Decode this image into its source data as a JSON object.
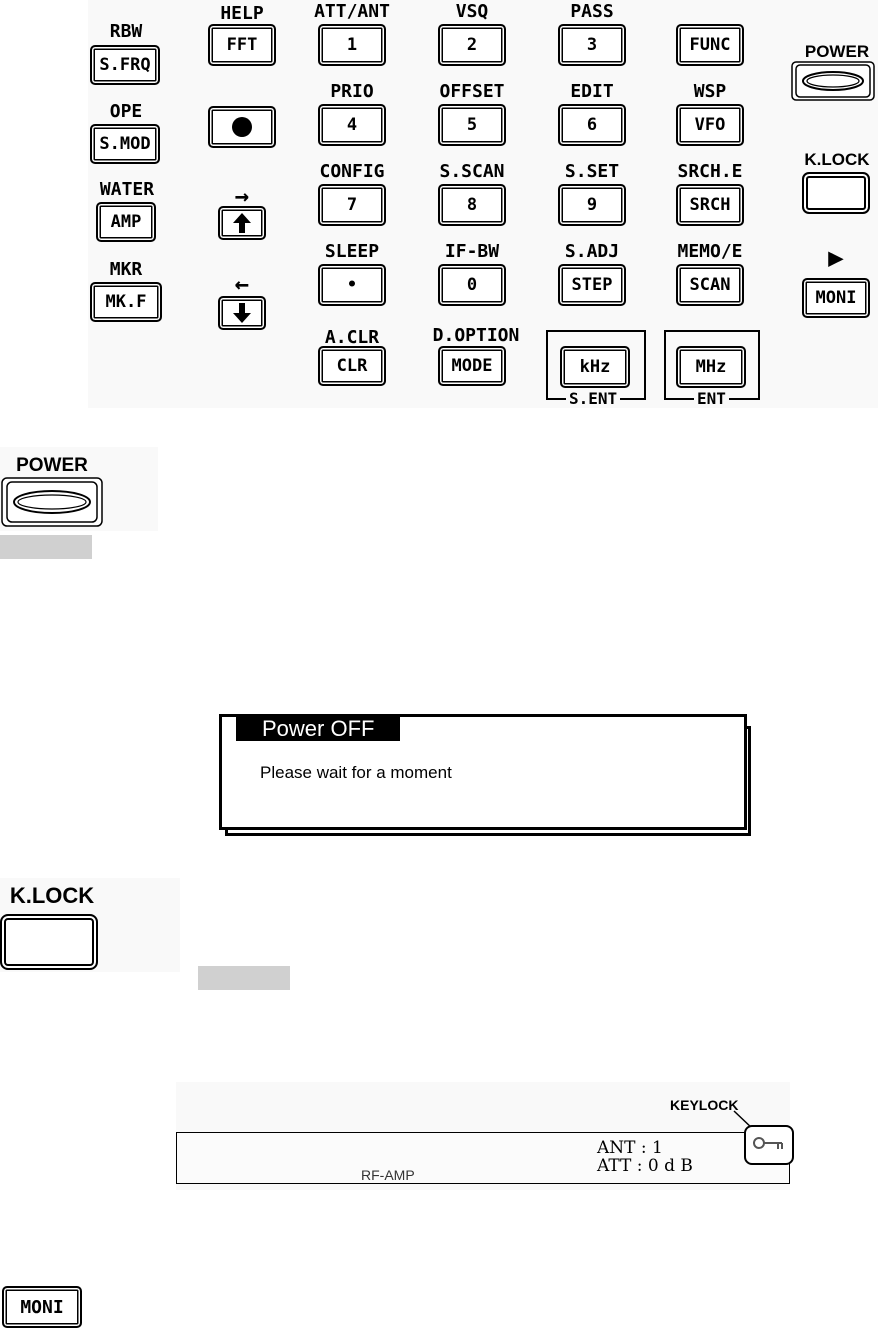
{
  "panel": {
    "left_column": [
      {
        "label": "RBW",
        "key": "S.FRQ"
      },
      {
        "label": "OPE",
        "key": "S.MOD"
      },
      {
        "label": "WATER",
        "key": "AMP"
      },
      {
        "label": "MKR",
        "key": "MK.F"
      }
    ],
    "help_label": "HELP",
    "fft_key": "FFT",
    "up_arrow": "→",
    "down_arrow": "←",
    "grid": [
      {
        "label": "ATT/ANT",
        "key": "1"
      },
      {
        "label": "VSQ",
        "key": "2"
      },
      {
        "label": "PASS",
        "key": "3"
      },
      {
        "label": "",
        "key": "FUNC"
      },
      {
        "label": "PRIO",
        "key": "4"
      },
      {
        "label": "OFFSET",
        "key": "5"
      },
      {
        "label": "EDIT",
        "key": "6"
      },
      {
        "label": "WSP",
        "key": "VFO"
      },
      {
        "label": "CONFIG",
        "key": "7"
      },
      {
        "label": "S.SCAN",
        "key": "8"
      },
      {
        "label": "S.SET",
        "key": "9"
      },
      {
        "label": "SRCH.E",
        "key": "SRCH"
      },
      {
        "label": "SLEEP",
        "key": "•"
      },
      {
        "label": "IF-BW",
        "key": "0"
      },
      {
        "label": "S.ADJ",
        "key": "STEP"
      },
      {
        "label": "MEMO/E",
        "key": "SCAN"
      }
    ],
    "bottom_row": [
      {
        "label": "A.CLR",
        "key": "CLR"
      },
      {
        "label": "D.OPTION",
        "key": "MODE"
      }
    ],
    "khz_key": "kHz",
    "khz_frame": "S.ENT",
    "mhz_key": "MHz",
    "mhz_frame": "ENT",
    "power_label": "POWER",
    "klock_label": "K.LOCK",
    "moni_play": "▶",
    "moni_key": "MONI"
  },
  "power_section": {
    "label": "POWER"
  },
  "dialog": {
    "title": "Power  OFF",
    "message": "Please  wait  for  a  moment"
  },
  "klock_section": {
    "label": "K.LOCK"
  },
  "status": {
    "keylock": "KEYLOCK",
    "rf_amp": "RF-AMP",
    "ant": "ANT : 1",
    "att": "ATT :  0 d B"
  },
  "moni_section": {
    "key": "MONI"
  }
}
